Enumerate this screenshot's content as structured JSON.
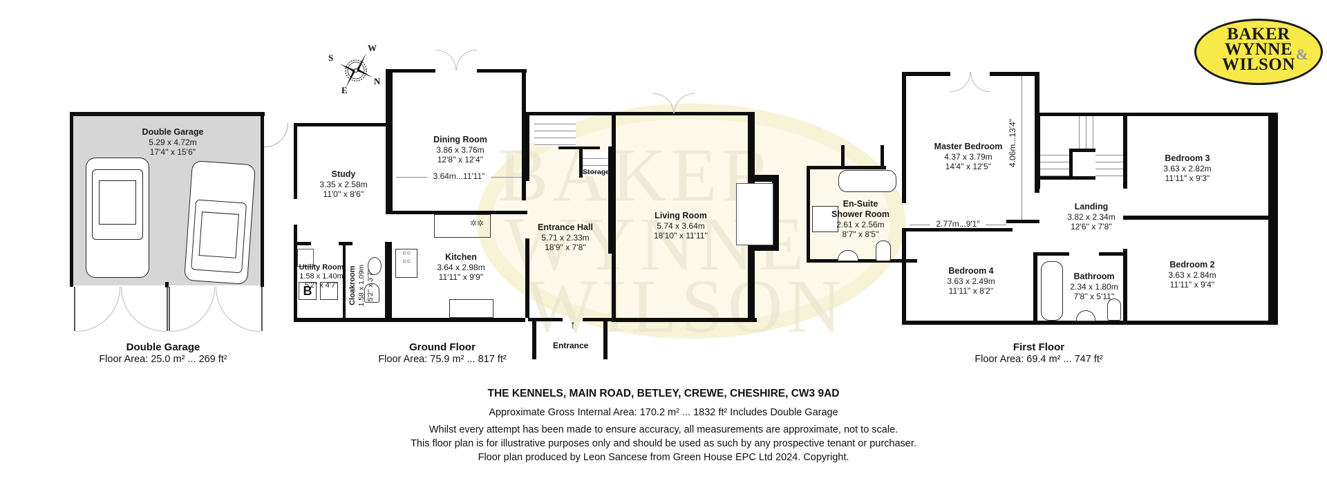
{
  "logo": {
    "line1": "BAKER",
    "line2": "WYNNE",
    "amp": "&",
    "line3": "WILSON",
    "bg_color": "#f8e94a"
  },
  "compass": {
    "labels": {
      "n": "N",
      "s": "S",
      "e": "E",
      "w": "W"
    }
  },
  "garage": {
    "room": {
      "name": "Double Garage",
      "metric": "5.29 x 4.72m",
      "imperial": "17'4'' x 15'6''"
    },
    "caption": {
      "title": "Double Garage",
      "area": "Floor Area: 25.0 m² ... 269 ft²"
    }
  },
  "ground_floor": {
    "rooms": {
      "study": {
        "name": "Study",
        "metric": "3.35 x 2.58m",
        "imperial": "11'0'' x 8'6''"
      },
      "utility": {
        "name": "Utility Room",
        "metric": "1.58 x 1.40m",
        "imperial": "5'2'' x 4'7''"
      },
      "cloakroom": {
        "name": "Cloakroom",
        "metric": "1.58 x 1.09m",
        "imperial": "5'2'' x 3'7''"
      },
      "dining": {
        "name": "Dining Room",
        "metric": "3.86 x 3.76m",
        "imperial": "12'8'' x 12'4''",
        "dimension_line": "3.64m...11'11\""
      },
      "kitchen": {
        "name": "Kitchen",
        "metric": "3.64 x 2.98m",
        "imperial": "11'11'' x 9'9''"
      },
      "entrance_hall": {
        "name": "Entrance Hall",
        "metric": "5.71 x 2.33m",
        "imperial": "18'9'' x 7'8''"
      },
      "storage": {
        "name": "Storage"
      },
      "entrance": {
        "name": "Entrance"
      },
      "living": {
        "name": "Living Room",
        "metric": "5.74 x 3.64m",
        "imperial": "18'10'' x 11'11''"
      }
    },
    "boiler_label": "B",
    "caption": {
      "title": "Ground Floor",
      "area": "Floor Area: 75.9 m² ... 817 ft²"
    }
  },
  "first_floor": {
    "rooms": {
      "ensuite": {
        "name_line1": "En-Suite",
        "name_line2": "Shower Room",
        "metric": "2.61 x 2.56m",
        "imperial": "8'7'' x 8'5''"
      },
      "master": {
        "name": "Master Bedroom",
        "metric": "4.37 x 3.79m",
        "imperial": "14'4'' x 12'5''",
        "dimension_vertical": "4.06m...13'4\"",
        "dimension_horizontal": "2.77m...9'1\""
      },
      "bedroom4": {
        "name": "Bedroom 4",
        "metric": "3.63 x 2.49m",
        "imperial": "11'11'' x 8'2''"
      },
      "bathroom": {
        "name": "Bathroom",
        "metric": "2.34 x 1.80m",
        "imperial": "7'8'' x 5'11''"
      },
      "landing": {
        "name": "Landing",
        "metric": "3.82 x 2.34m",
        "imperial": "12'6'' x 7'8''"
      },
      "bedroom3": {
        "name": "Bedroom 3",
        "metric": "3.63 x 2.82m",
        "imperial": "11'11'' x 9'3''"
      },
      "bedroom2": {
        "name": "Bedroom 2",
        "metric": "3.63 x 2.84m",
        "imperial": "11'11'' x 9'4''"
      }
    },
    "caption": {
      "title": "First Floor",
      "area": "Floor Area: 69.4 m² ... 747 ft²"
    }
  },
  "footer": {
    "address": "THE KENNELS, MAIN ROAD, BETLEY, CREWE, CHESHIRE, CW3 9AD",
    "gross_area": "Approximate Gross Internal Area: 170.2 m² ... 1832 ft² Includes Double Garage",
    "disclaimer1": "Whilst every attempt has been made to ensure accuracy, all measurements are approximate, not to scale.",
    "disclaimer2": "This floor plan is for illustrative purposes only and should be used as such by any prospective tenant or purchaser.",
    "disclaimer3": "Floor plan produced by Leon Sancese from Green House EPC Ltd 2024. Copyright."
  },
  "watermark": {
    "line1": "BAKER",
    "line2": "WYNNE",
    "line3": "WILSON"
  }
}
